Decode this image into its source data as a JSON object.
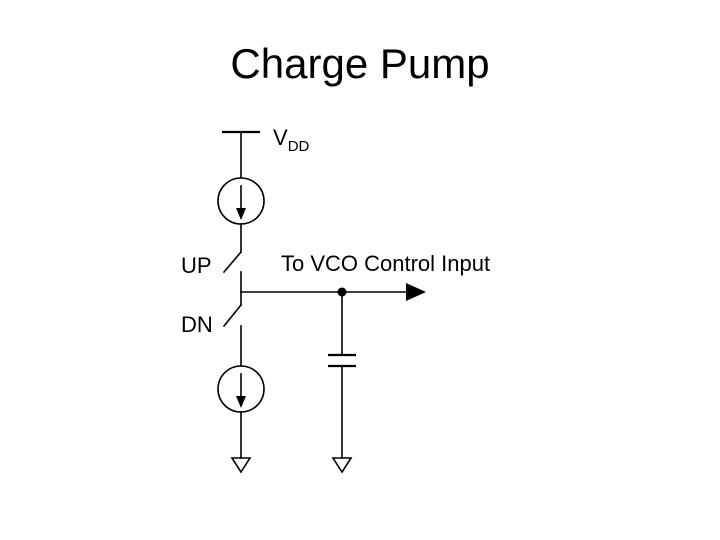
{
  "slide": {
    "title": "Charge Pump"
  },
  "labels": {
    "supply_main": "V",
    "supply_sub": "DD",
    "up_switch": "UP",
    "down_switch": "DN",
    "output": "To VCO Control Input"
  },
  "colors": {
    "background": "#ffffff",
    "ink": "#000000"
  }
}
